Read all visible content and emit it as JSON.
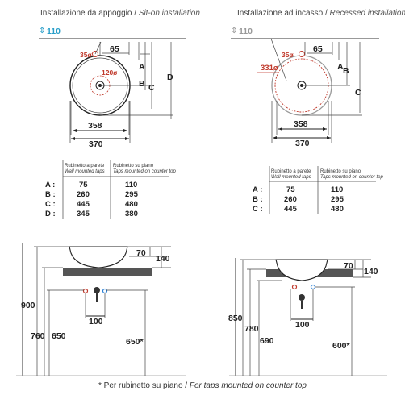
{
  "left_top": {
    "title": "Installazione da appoggio",
    "title_en": "Sit-on installation",
    "height_label": "110",
    "drain_label": "35ø",
    "dim_65": "65",
    "inner_circle_label": "120ø",
    "dim_inner": "358",
    "dim_outer": "370",
    "letters": [
      "A",
      "B",
      "C",
      "D"
    ]
  },
  "right_top": {
    "title": "Installazione ad incasso",
    "title_en": "Recessed installation",
    "height_label": "110",
    "drain_label": "35ø",
    "cut_label": "331ø",
    "dim_65": "65",
    "dim_inner": "358",
    "dim_outer": "370",
    "letters": [
      "A",
      "B",
      "C"
    ]
  },
  "left_table": {
    "col1": "Rubinetto a parete",
    "col1_en": "Wall mounted taps",
    "col2": "Rubinetto su piano",
    "col2_en": "Taps mounted on counter top",
    "rows": [
      {
        "label": "A :",
        "v1": "75",
        "v2": "110"
      },
      {
        "label": "B :",
        "v1": "260",
        "v2": "295"
      },
      {
        "label": "C :",
        "v1": "445",
        "v2": "480"
      },
      {
        "label": "D :",
        "v1": "345",
        "v2": "380"
      }
    ]
  },
  "right_table": {
    "col1": "Rubinetto a parete",
    "col1_en": "Wall mounted taps",
    "col2": "Rubinetto su piano",
    "col2_en": "Taps mounted on counter top",
    "rows": [
      {
        "label": "A :",
        "v1": "75",
        "v2": "110"
      },
      {
        "label": "B :",
        "v1": "260",
        "v2": "295"
      },
      {
        "label": "C :",
        "v1": "445",
        "v2": "480"
      }
    ]
  },
  "left_bottom": {
    "dim_70": "70",
    "dim_140": "140",
    "dim_900": "900",
    "dim_760": "760",
    "dim_650": "650",
    "dim_100": "100",
    "dim_650s": "650*"
  },
  "right_bottom": {
    "dim_70": "70",
    "dim_140": "140",
    "dim_850": "850",
    "dim_780": "780",
    "dim_690": "690",
    "dim_100": "100",
    "dim_600s": "600*"
  },
  "footnote": {
    "it": "* Per rubinetto su piano /",
    "en": "For taps mounted on counter top"
  },
  "colors": {
    "accent_cyan": "#2a9fc9",
    "red": "#c0392b",
    "blue_tap": "#2a7fd4",
    "counter": "#555555"
  }
}
